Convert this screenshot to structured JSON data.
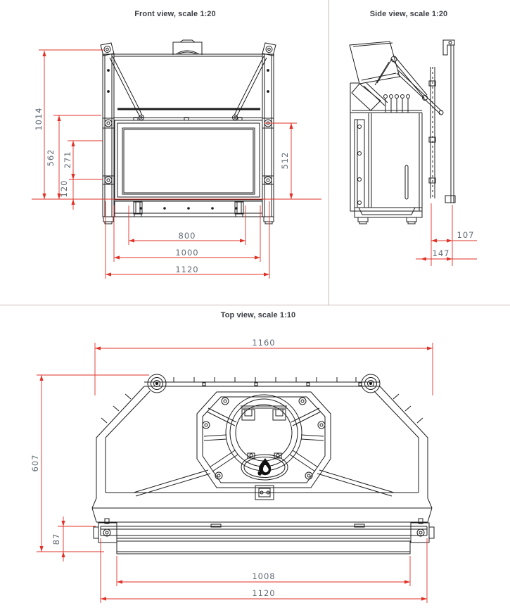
{
  "document": {
    "type": "technical-drawing",
    "background": "#ffffff"
  },
  "colors": {
    "dimension_red": "#e03127",
    "drawing_black": "#1d1d1f",
    "dim_text_gray": "#5f6a74",
    "title_gray": "#3b3e44",
    "divider": "#c9bab6"
  },
  "front_view": {
    "title": "Front view, scale 1:20",
    "dims": {
      "height_total": "1014",
      "height_562": "562",
      "height_271": "271",
      "height_120": "120",
      "glass_height": "512",
      "width_800": "800",
      "width_1000": "1000",
      "width_1120": "1120"
    }
  },
  "side_view": {
    "title": "Side view, scale 1:20",
    "dims": {
      "depth_107": "107",
      "depth_147": "147"
    }
  },
  "top_view": {
    "title": "Top view, scale 1:10",
    "dims": {
      "width_total": "1160",
      "depth_total": "607",
      "depth_87": "87",
      "width_1008": "1008",
      "width_1120": "1120"
    }
  }
}
